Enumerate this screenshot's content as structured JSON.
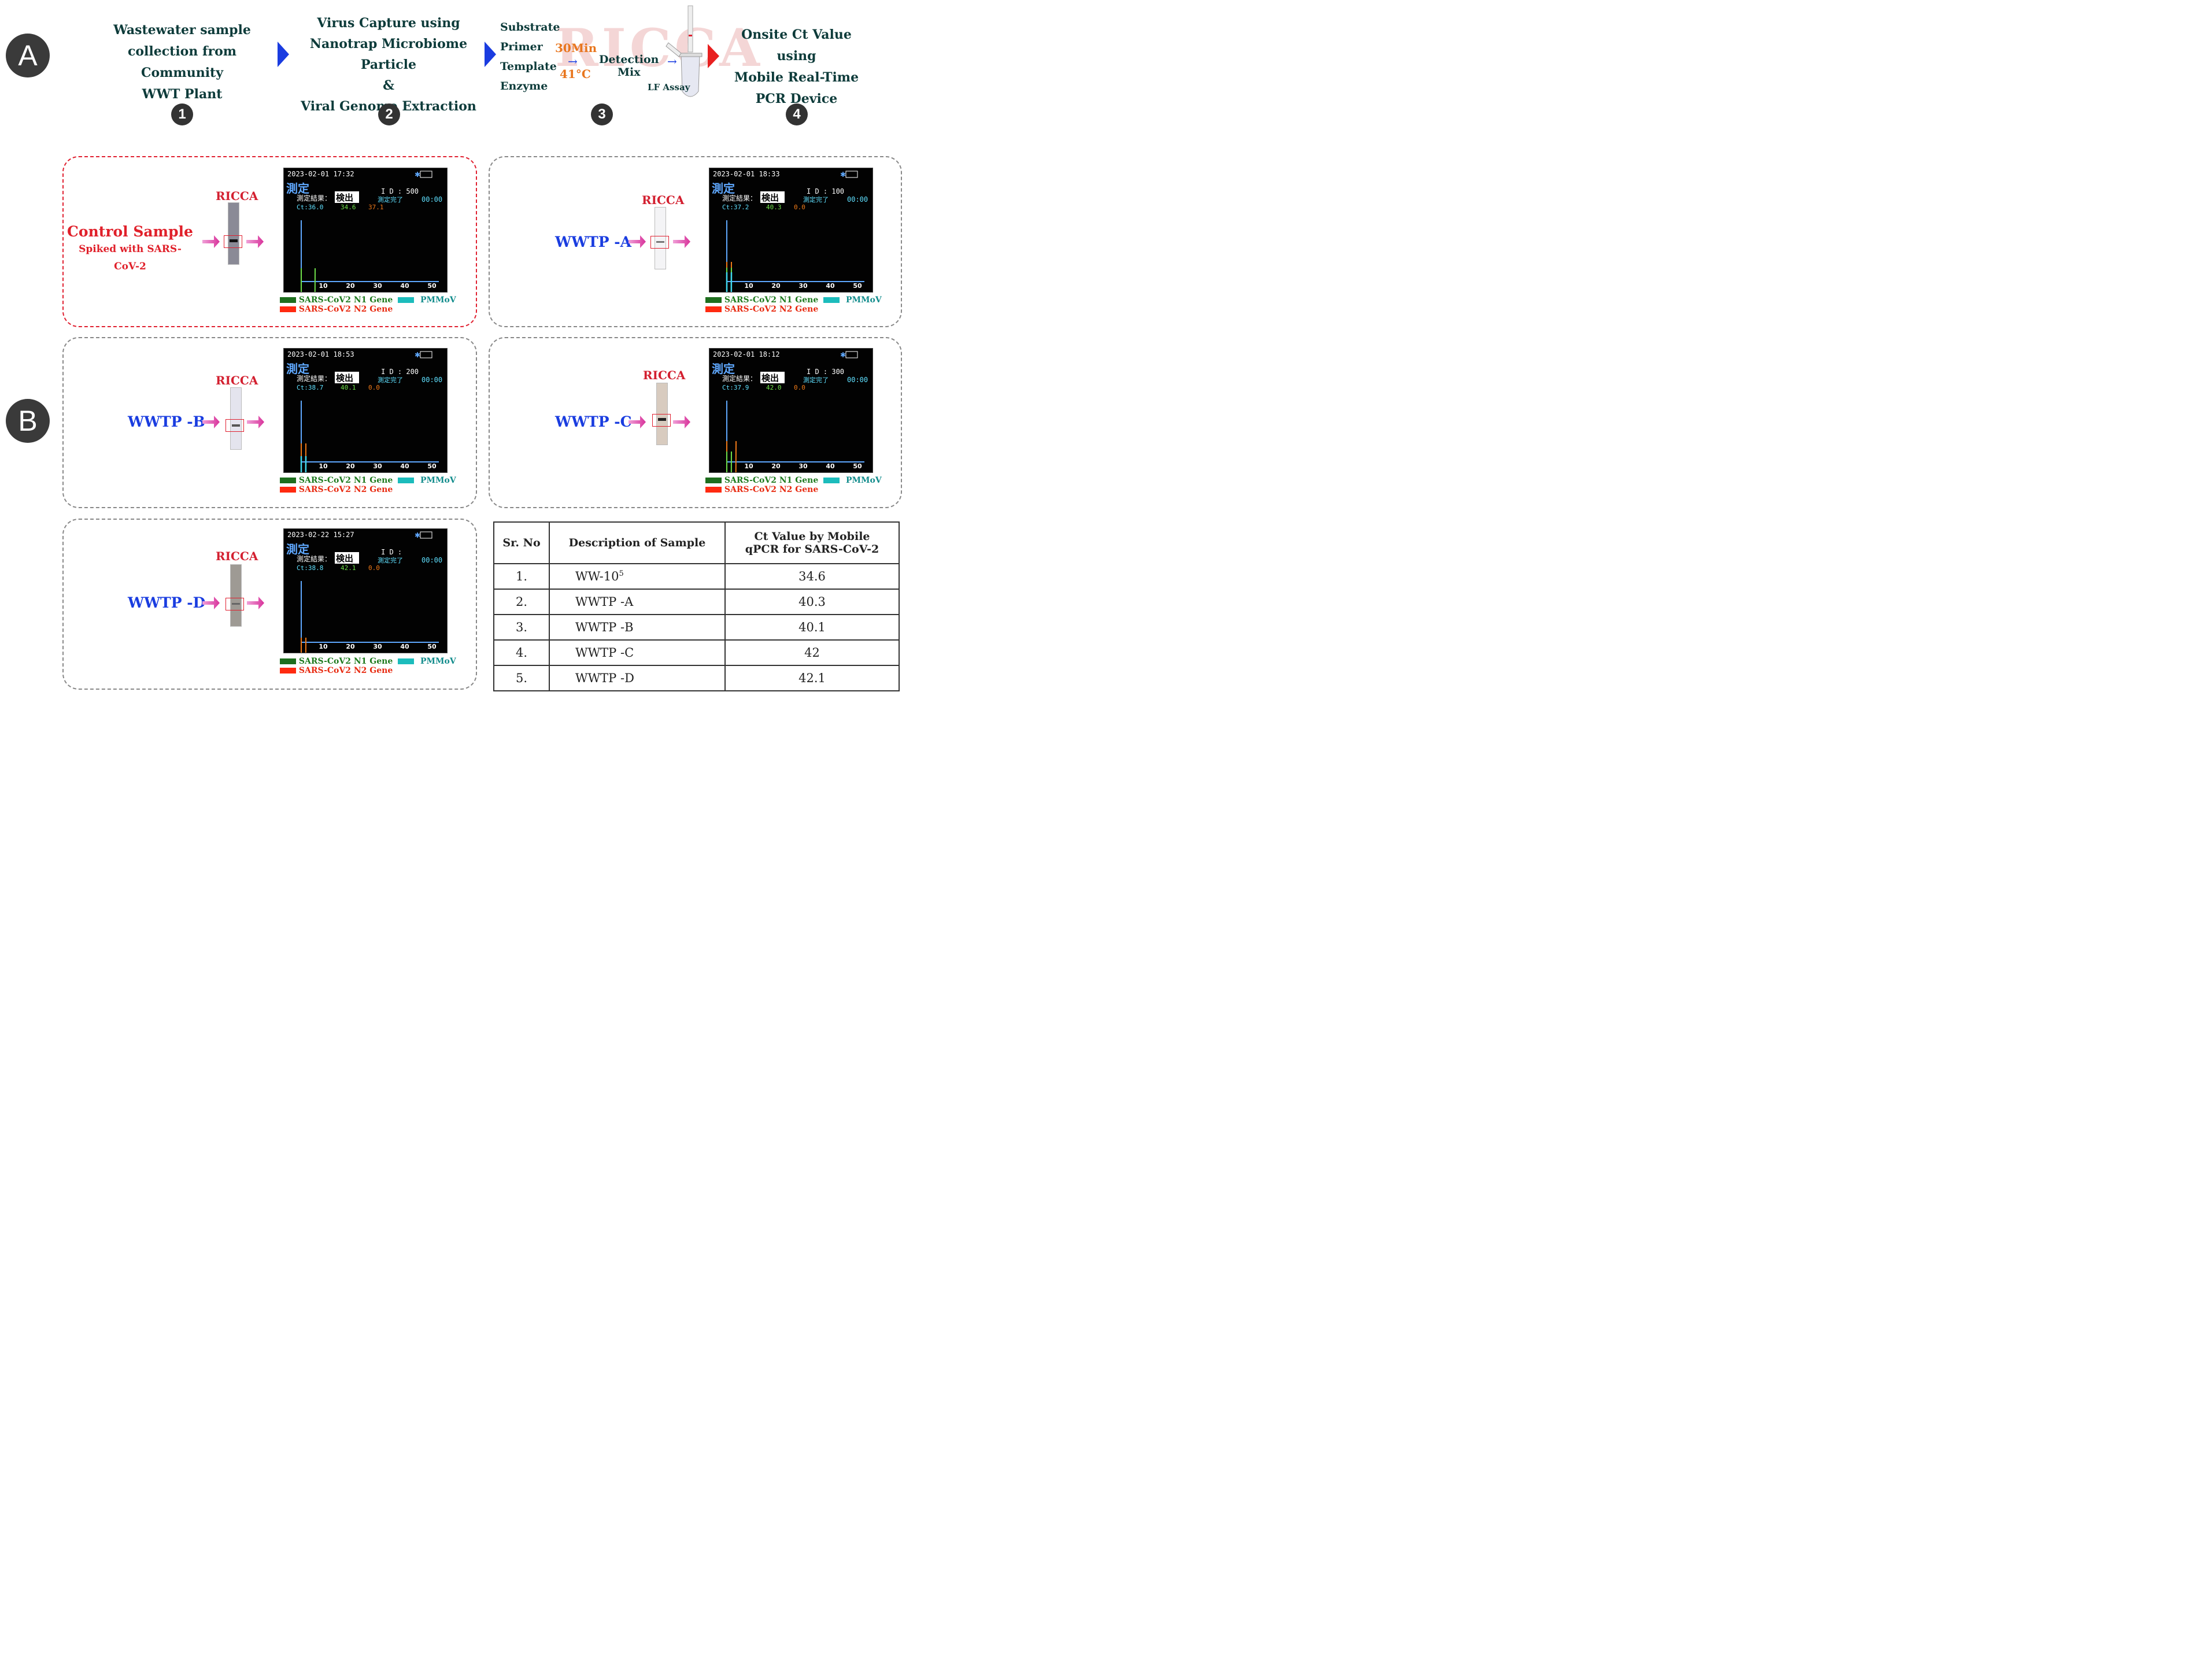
{
  "panels": {
    "a": "A",
    "b": "B"
  },
  "steps": [
    {
      "num": "1",
      "lines": [
        "Wastewater sample",
        "collection from Community",
        "WWT Plant"
      ]
    },
    {
      "num": "2",
      "lines": [
        "Virus Capture using",
        "Nanotrap Microbiome Particle",
        "&",
        "Viral Genome Extraction"
      ]
    },
    {
      "num": "3",
      "reagents": [
        "Substrate",
        "Primer",
        "Template",
        "Enzyme"
      ],
      "time": "30Min",
      "temp": "41°C",
      "mix": [
        "Detection",
        "Mix"
      ],
      "assay": "LF Assay",
      "watermark": "RICCA"
    },
    {
      "num": "4",
      "lines": [
        "Onsite Ct Value using",
        "Mobile Real-Time",
        "PCR Device"
      ]
    }
  ],
  "legend": {
    "n1": "SARS-CoV2 N1 Gene",
    "pmmov": "PMMoV",
    "n2": "SARS-CoV2 N2 Gene"
  },
  "colors": {
    "n1": "#1e6e1e",
    "pmmov": "#1cbcbc",
    "n2": "#ff2a10",
    "curve_n1": "#6fe04a",
    "curve_pmmov": "#3fd8ee",
    "curve_n2": "#f07a18"
  },
  "screen_labels": {
    "title": "測定",
    "result": "測定結果：",
    "detected": "検出",
    "done": "測定完了",
    "timer": "00:00"
  },
  "axis_ticks": [
    "10",
    "20",
    "30",
    "40",
    "50"
  ],
  "samples": [
    {
      "id": "control",
      "label": "Control Sample",
      "sublabel": "Spiked with SARS-CoV-2",
      "ricca": "RICCA",
      "datetime": "2023-02-01  17:32",
      "device_id": "I D : 500",
      "ct": [
        "Ct:36.0",
        "34.6",
        "37.1"
      ]
    },
    {
      "id": "a",
      "label": "WWTP -A",
      "ricca": "RICCA",
      "datetime": "2023-02-01  18:33",
      "device_id": "I D : 100",
      "ct": [
        "Ct:37.2",
        "40.3",
        "0.0"
      ]
    },
    {
      "id": "b",
      "label": "WWTP -B",
      "ricca": "RICCA",
      "datetime": "2023-02-01  18:53",
      "device_id": "I D : 200",
      "ct": [
        "Ct:38.7",
        "40.1",
        "0.0"
      ]
    },
    {
      "id": "c",
      "label": "WWTP -C",
      "ricca": "RICCA",
      "datetime": "2023-02-01  18:12",
      "device_id": "I D : 300",
      "ct": [
        "Ct:37.9",
        "42.0",
        "0.0"
      ]
    },
    {
      "id": "d",
      "label": "WWTP -D",
      "ricca": "RICCA",
      "datetime": "2023-02-22  15:27",
      "device_id": "I D :",
      "ct": [
        "Ct:38.8",
        "42.1",
        "0.0"
      ]
    }
  ],
  "table": {
    "headers": [
      "Sr. No",
      "Description of Sample",
      "Ct Value by Mobile qPCR for SARS-CoV-2"
    ],
    "rows": [
      [
        "1.",
        "WW-10",
        "5",
        "34.6"
      ],
      [
        "2.",
        "WWTP -A",
        "",
        "40.3"
      ],
      [
        "3.",
        "WWTP -B",
        "",
        "40.1"
      ],
      [
        "4.",
        "WWTP -C",
        "",
        "42"
      ],
      [
        "5.",
        "WWTP -D",
        "",
        "42.1"
      ]
    ]
  }
}
